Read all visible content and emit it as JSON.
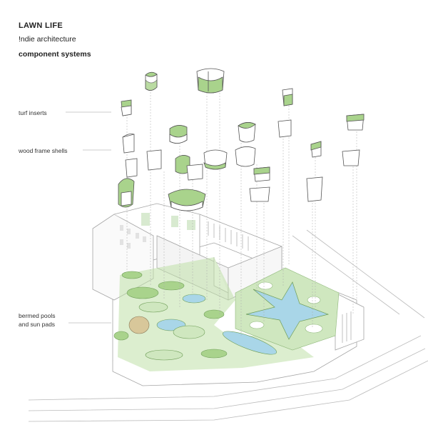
{
  "header": {
    "title": "LAWN LIFE",
    "subtitle": "!ndie architecture",
    "section": "component systems"
  },
  "labels": {
    "turf": "turf inserts",
    "shells": "wood frame shells",
    "pools_line1": "bermed pools",
    "pools_line2": "and sun pads"
  },
  "colors": {
    "turf_green": "#a9d38c",
    "turf_green_dark": "#7fb765",
    "pool_blue": "#a9d6e8",
    "line_gray": "#9a9a9a"
  }
}
